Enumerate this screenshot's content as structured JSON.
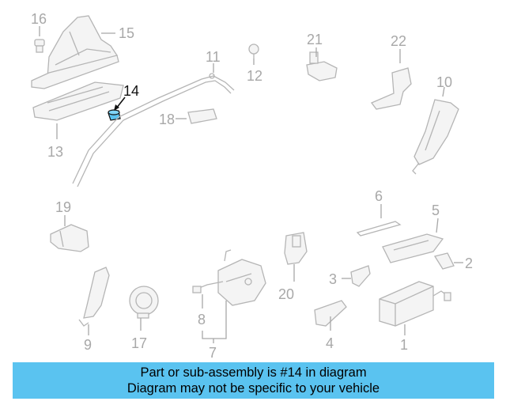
{
  "highlight_color": "#5ac3f0",
  "highlighted_part": "14",
  "callouts": {
    "c1": "1",
    "c2": "2",
    "c3": "3",
    "c4": "4",
    "c5": "5",
    "c6": "6",
    "c7": "7",
    "c8": "8",
    "c9": "9",
    "c10": "10",
    "c11": "11",
    "c12": "12",
    "c13": "13",
    "c14": "14",
    "c15": "15",
    "c16": "16",
    "c17": "17",
    "c18": "18",
    "c19": "19",
    "c20": "20",
    "c21": "21",
    "c22": "22"
  },
  "caption": {
    "line1": "Part or sub-assembly is #14 in diagram",
    "line2": "Diagram may not be specific to your vehicle"
  }
}
